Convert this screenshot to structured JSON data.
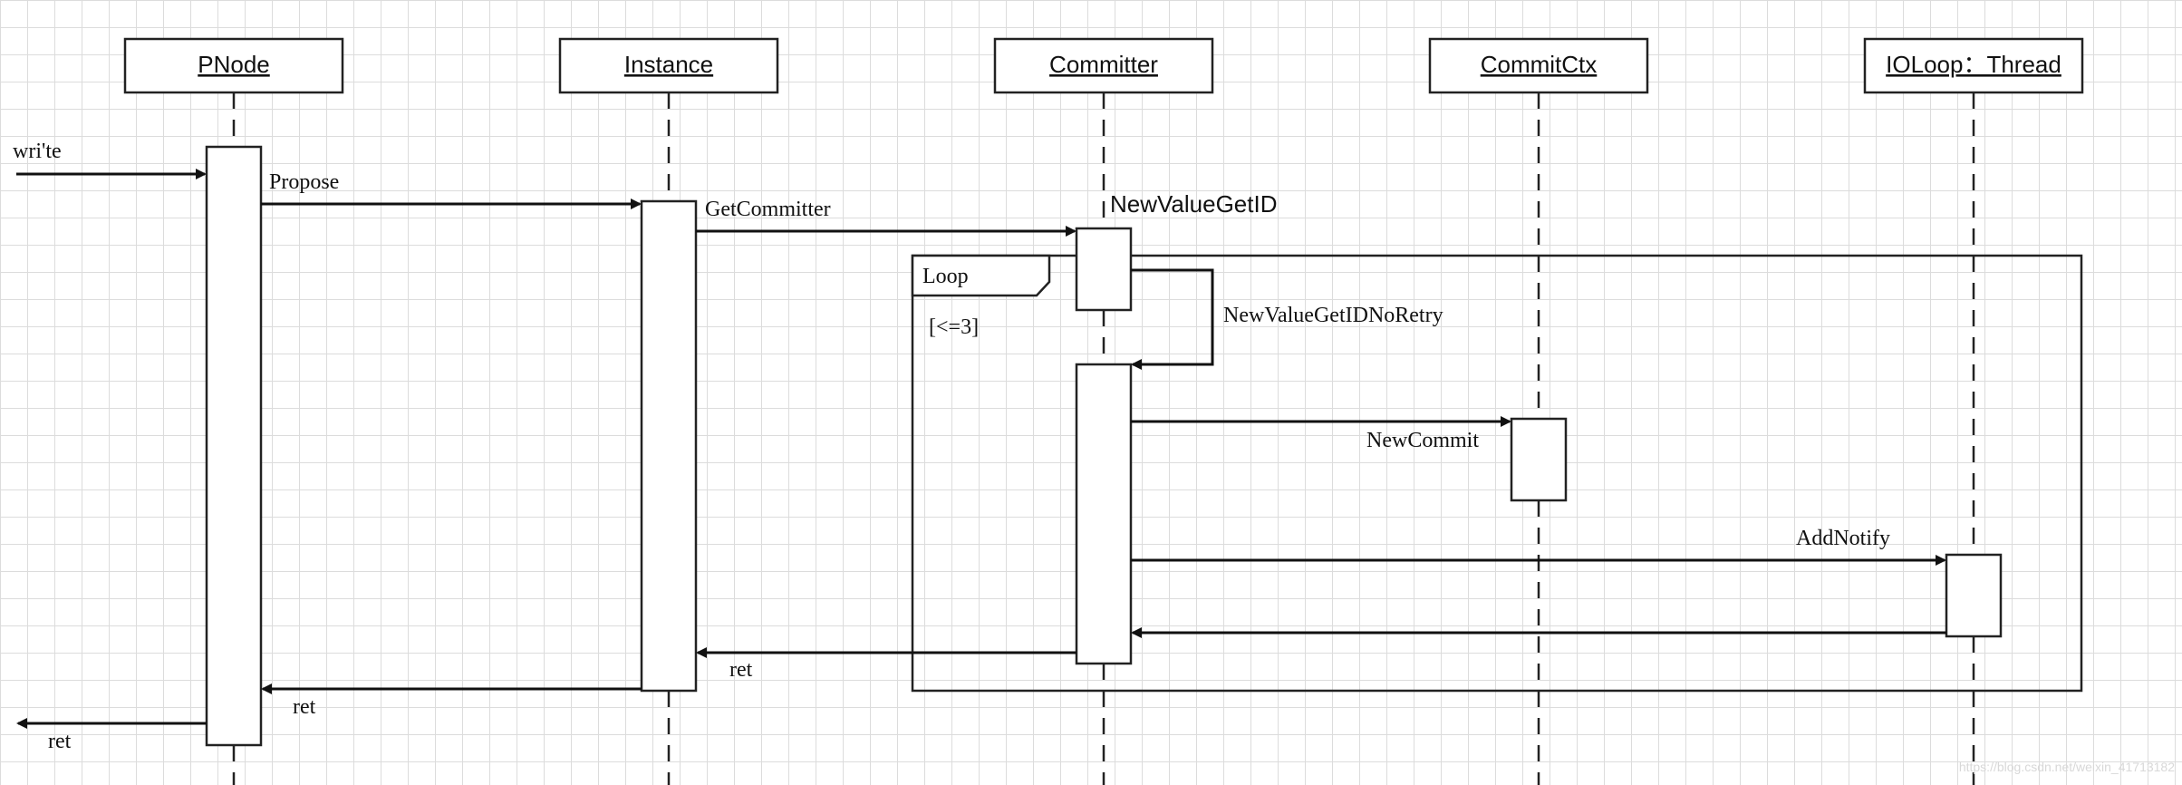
{
  "participants": {
    "pnode": "PNode",
    "instance": "Instance",
    "committer": "Committer",
    "commitctx": "CommitCtx",
    "ioloop": "IOLoop：Thread"
  },
  "messages": {
    "write": "wri'te",
    "propose": "Propose",
    "get_committer": "GetCommitter",
    "new_value_get_id": "NewValueGetID",
    "new_value_get_id_no_retry": "NewValueGetIDNoRetry",
    "new_commit": "NewCommit",
    "add_notify": "AddNotify",
    "ret_instance": "ret",
    "ret_pnode": "ret",
    "ret_out": "ret"
  },
  "loop": {
    "label": "Loop",
    "guard": "[<=3]"
  },
  "watermark": "https://blog.csdn.net/weixin_41713182"
}
